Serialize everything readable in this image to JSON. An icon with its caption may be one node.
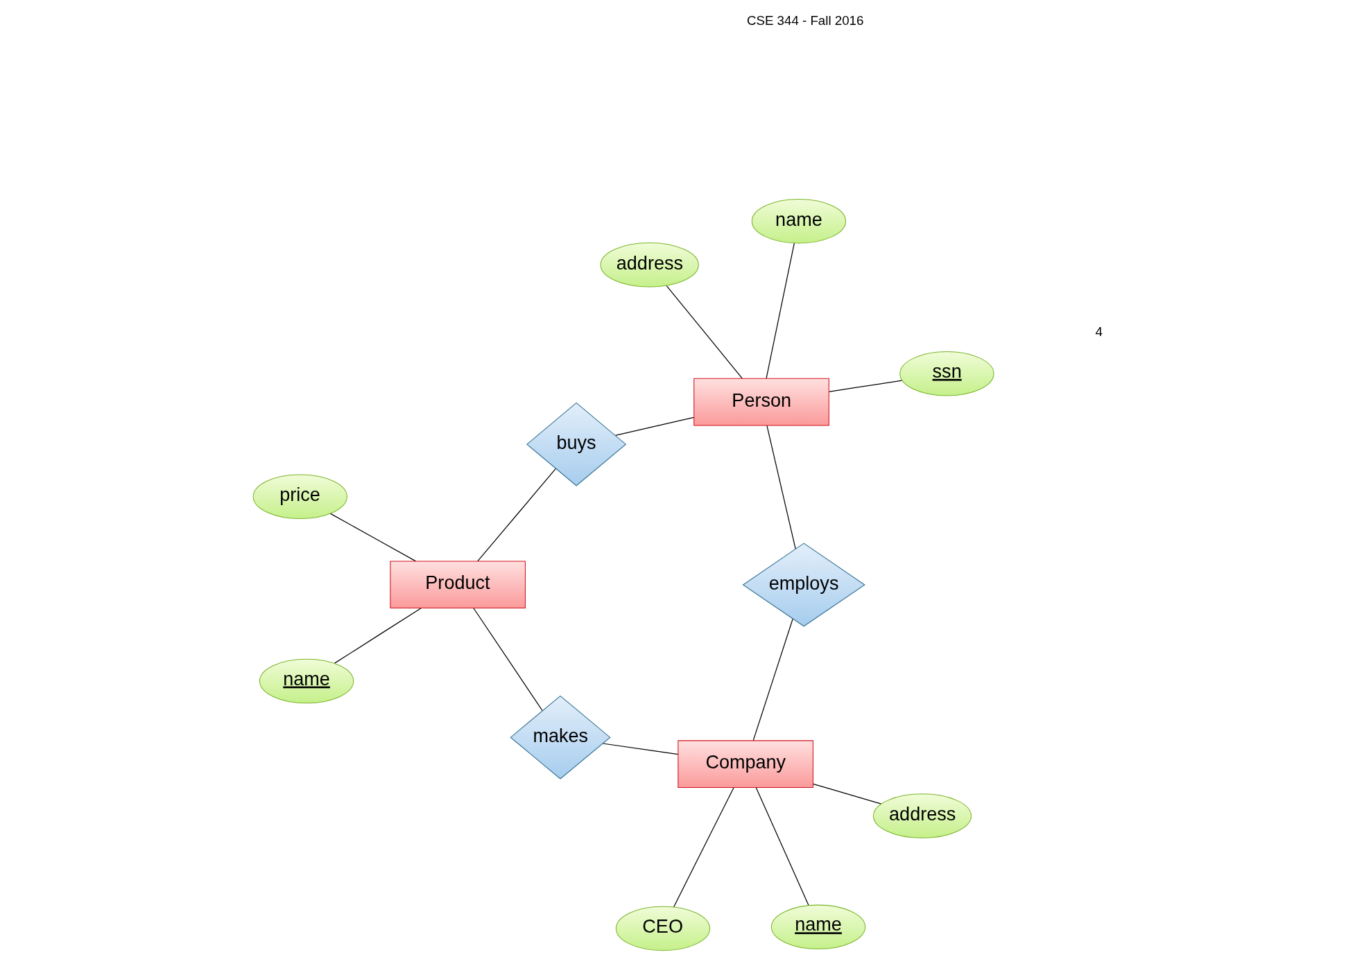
{
  "diagram": {
    "nodes": [
      {
        "text": [
          "Product"
        ]
      },
      {
        "text": [
          "name"
        ]
      },
      {
        "text": [
          "price"
        ]
      },
      {
        "text": [
          "makes"
        ]
      },
      {
        "text": [
          "Company"
        ]
      },
      {
        "text": [
          "CEO"
        ]
      },
      {
        "text": [
          "name"
        ]
      },
      {
        "text": [
          "address"
        ]
      },
      {
        "text": [
          "buys"
        ]
      },
      {
        "text": [
          "employs"
        ]
      },
      {
        "text": [
          "Person"
        ]
      },
      {
        "text": [
          "address"
        ]
      },
      {
        "text": [
          "name"
        ]
      },
      {
        "text": [
          "ssn"
        ]
      }
    ],
    "edges": [
      {
        "from": 1,
        "to": 0,
        "arrow": "none"
      },
      {
        "from": 2,
        "to": 0,
        "arrow": "none"
      },
      {
        "from": 0,
        "to": 3,
        "arrow": "none"
      },
      {
        "from": 3,
        "to": 4,
        "arrow": "none"
      },
      {
        "from": 5,
        "to": 4,
        "arrow": "none"
      },
      {
        "from": 6,
        "to": 4,
        "arrow": "none"
      },
      {
        "from": 4,
        "to": 7,
        "arrow": "none"
      },
      {
        "from": 0,
        "to": 8,
        "arrow": "none"
      },
      {
        "from": 8,
        "to": 10,
        "arrow": "none"
      },
      {
        "from": 4,
        "to": 9,
        "arrow": "none"
      },
      {
        "from": 9,
        "to": 10,
        "arrow": "none"
      },
      {
        "from": 10,
        "to": 11,
        "arrow": "none"
      },
      {
        "from": 10,
        "to": 12,
        "arrow": "none"
      },
      {
        "from": 10,
        "to": 13,
        "arrow": "none"
      }
    ],
    "labels": [
      "CSE 344 - Fall 2016",
      "4"
    ]
  }
}
